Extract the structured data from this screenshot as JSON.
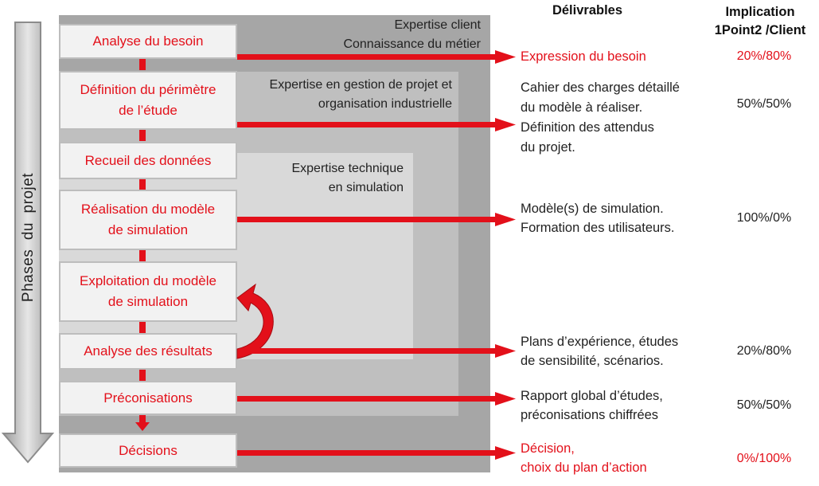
{
  "headers": {
    "deliverables": "Délivrables",
    "implication_line1": "Implication",
    "implication_line2": "1Point2 /Client"
  },
  "axis_label": "Phases  du  projet",
  "zones": {
    "client_line1": "Expertise client",
    "client_line2": "Connaissance du métier",
    "project_line1": "Expertise en gestion de projet et",
    "project_line2": "organisation industrielle",
    "technical_line1": "Expertise technique",
    "technical_line2": "en simulation"
  },
  "phases": [
    {
      "line1": "Analyse du besoin",
      "line2": ""
    },
    {
      "line1": "Définition du périmètre",
      "line2": "de l’étude"
    },
    {
      "line1": "Recueil des données",
      "line2": ""
    },
    {
      "line1": "Réalisation du modèle",
      "line2": "de simulation"
    },
    {
      "line1": "Exploitation du modèle",
      "line2": "de simulation"
    },
    {
      "line1": "Analyse des résultats",
      "line2": ""
    },
    {
      "line1": "Préconisations",
      "line2": ""
    },
    {
      "line1": "Décisions",
      "line2": ""
    }
  ],
  "deliverables": [
    {
      "lines": [
        "Expression du besoin"
      ],
      "implication": "20%/80%"
    },
    {
      "lines": [
        "Cahier des charges détaillé",
        "du modèle à réaliser.",
        "Définition des attendus",
        "du projet."
      ],
      "implication": "50%/50%"
    },
    {
      "lines": [
        "Modèle(s) de simulation.",
        "Formation des utilisateurs."
      ],
      "implication": "100%/0%"
    },
    {
      "lines": [
        "Plans d’expérience, études",
        "de sensibilité, scénarios."
      ],
      "implication": "20%/80%"
    },
    {
      "lines": [
        "Rapport global d’études,",
        "préconisations chiffrées"
      ],
      "implication": "50%/50%"
    },
    {
      "lines": [
        "Décision,",
        "choix du plan d’action"
      ],
      "implication": "0%/100%"
    }
  ],
  "colors": {
    "accent_red": "#e3101a",
    "zone_client": "#a6a6a6",
    "zone_project": "#bfbfbf",
    "zone_technical": "#d9d9d9"
  }
}
